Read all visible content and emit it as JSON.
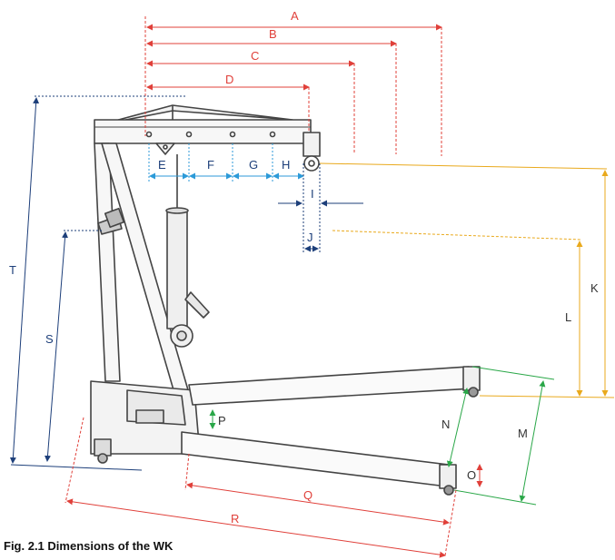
{
  "diagram": {
    "labels": {
      "A": "A",
      "B": "B",
      "C": "C",
      "D": "D",
      "E": "E",
      "F": "F",
      "G": "G",
      "H": "H",
      "I": "I",
      "J": "J",
      "K": "K",
      "L": "L",
      "M": "M",
      "N": "N",
      "O": "O",
      "P": "P",
      "Q": "Q",
      "R": "R",
      "S": "S",
      "T": "T"
    },
    "colors": {
      "red": "#e0403a",
      "blue": "#2c9ad8",
      "navy": "#1d3f7a",
      "yellow": "#e9a91c",
      "green": "#2aa748",
      "outline": "#444444"
    }
  },
  "caption": "Fig. 2.1 Dimensions of the WK"
}
